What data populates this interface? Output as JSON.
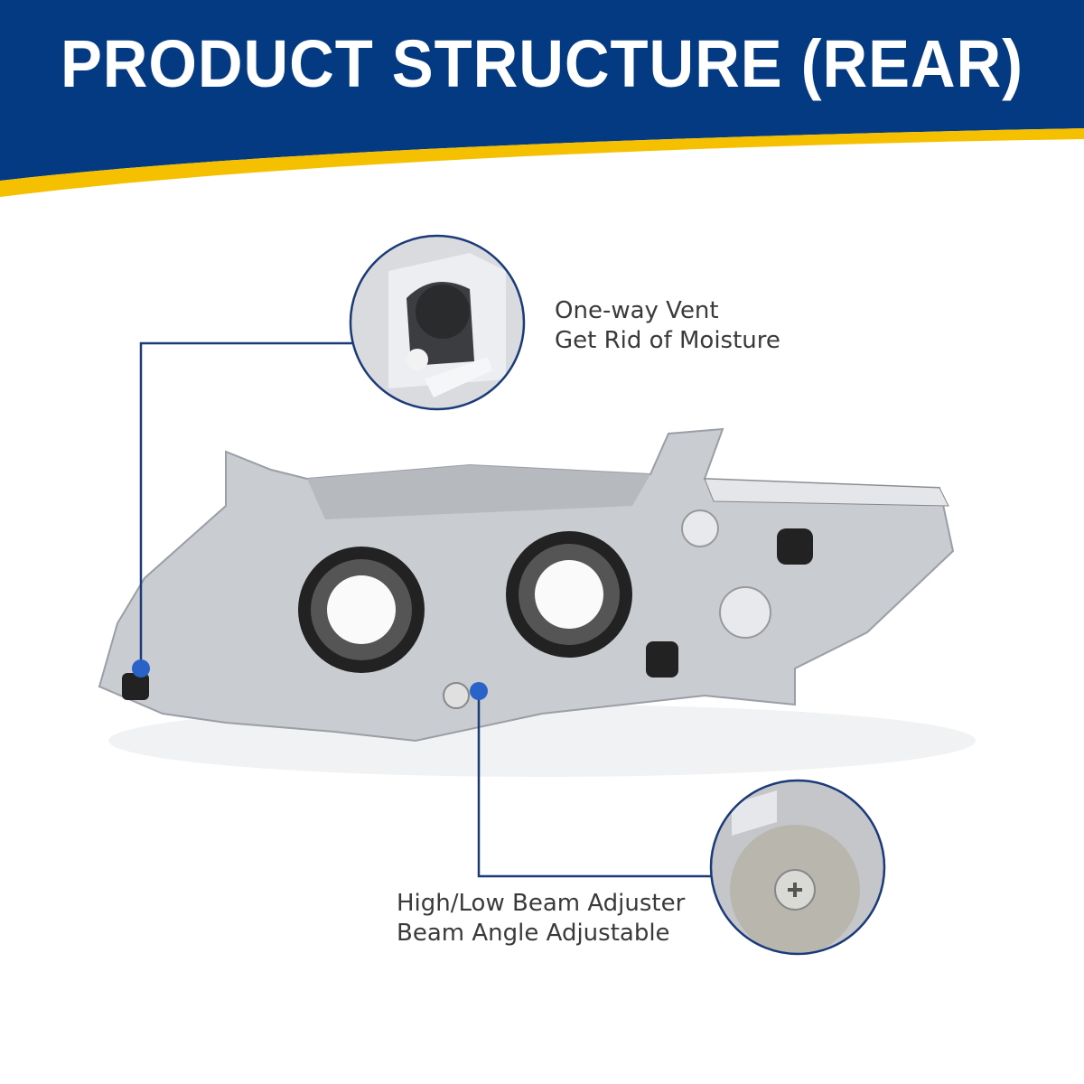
{
  "header": {
    "title": "PRODUCT STRUCTURE (REAR)"
  },
  "callouts": [
    {
      "line1": "One-way Vent",
      "line2": "Get Rid of Moisture"
    },
    {
      "line1": "High/Low Beam Adjuster",
      "line2": "Beam Angle Adjustable"
    }
  ],
  "colors": {
    "banner": "#043a82",
    "accent": "#f5c000",
    "line": "#1a3a7a"
  }
}
